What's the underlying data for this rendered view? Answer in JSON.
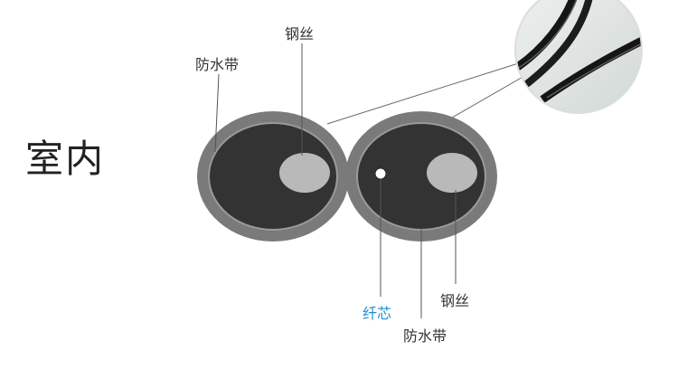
{
  "title": "室内",
  "labels": {
    "tape_left": "防水带",
    "wire_left": "钢丝",
    "fiber": "纤芯",
    "tape_right": "防水带",
    "wire_right": "钢丝"
  },
  "colors": {
    "outer_sheath": "#7a7a7a",
    "inner_core": "#333333",
    "steel_wire": "#b9b9b9",
    "fiber_core": "#ffffff",
    "fiber_label": "#1e90d6",
    "leader_line": "#555555",
    "title_text": "#222222"
  }
}
